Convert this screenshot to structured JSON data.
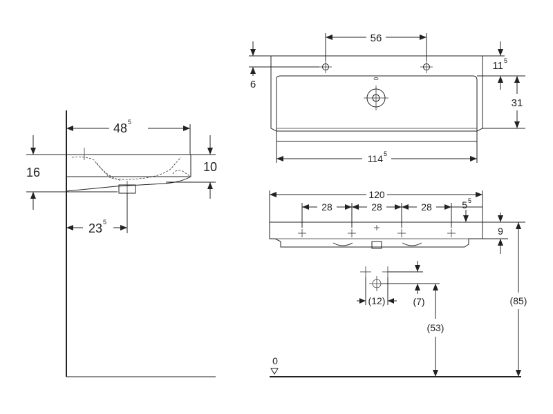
{
  "diagram": {
    "side_view": {
      "depth": {
        "main": "48",
        "sup": "5"
      },
      "height_total": "16",
      "height_front": "10",
      "drain_offset": {
        "main": "23",
        "sup": "5"
      }
    },
    "top_view": {
      "tap_spacing": "56",
      "edge_offset_top": "6",
      "tap_row_offset": {
        "main": "11",
        "sup": "5"
      },
      "bowl_depth": "31",
      "bowl_width": {
        "main": "114",
        "sup": "5"
      }
    },
    "front_view": {
      "total_width": "120",
      "bracket_spacing": [
        "28",
        "28",
        "28"
      ],
      "side_offset": {
        "main": "5",
        "sup": "5"
      },
      "rim_height": "9",
      "waste_spacing": "(12)",
      "waste_vertical": "(7)",
      "waste_height": "(53)",
      "rim_floor_height": "(85)",
      "floor_level": "0"
    }
  }
}
